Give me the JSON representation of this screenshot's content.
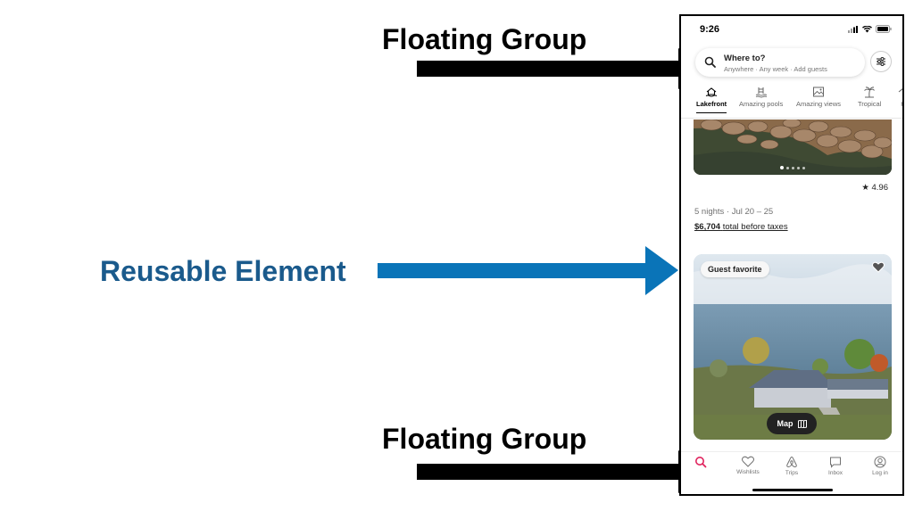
{
  "annotations": {
    "top_label": "Floating Group",
    "middle_label": "Reusable Element",
    "bottom_label": "Floating Group",
    "colors": {
      "black": "#000000",
      "blue": "#1a5a8c",
      "arrow_blue": "#0a74b8"
    }
  },
  "phone": {
    "status": {
      "time": "9:26"
    },
    "search": {
      "title": "Where to?",
      "subtitle": "Anywhere · Any week · Add guests"
    },
    "categories": [
      {
        "label": "Lakefront",
        "icon": "lakefront-icon",
        "active": true
      },
      {
        "label": "Amazing pools",
        "icon": "pool-icon",
        "active": false
      },
      {
        "label": "Amazing views",
        "icon": "views-icon",
        "active": false
      },
      {
        "label": "Tropical",
        "icon": "palm-icon",
        "active": false
      },
      {
        "label": "H",
        "icon": "house-icon",
        "active": false
      }
    ],
    "listing_1": {
      "rating": "4.96",
      "nights": "5 nights · Jul 20 – 25",
      "price": "$6,704",
      "price_suffix": "total before taxes"
    },
    "listing_2": {
      "badge": "Guest favorite",
      "map_label": "Map"
    },
    "tabs": [
      {
        "label": "Wishlists",
        "icon": "heart-icon"
      },
      {
        "label": "Trips",
        "icon": "airbnb-icon"
      },
      {
        "label": "Inbox",
        "icon": "message-icon"
      },
      {
        "label": "Log in",
        "icon": "profile-icon"
      }
    ]
  }
}
